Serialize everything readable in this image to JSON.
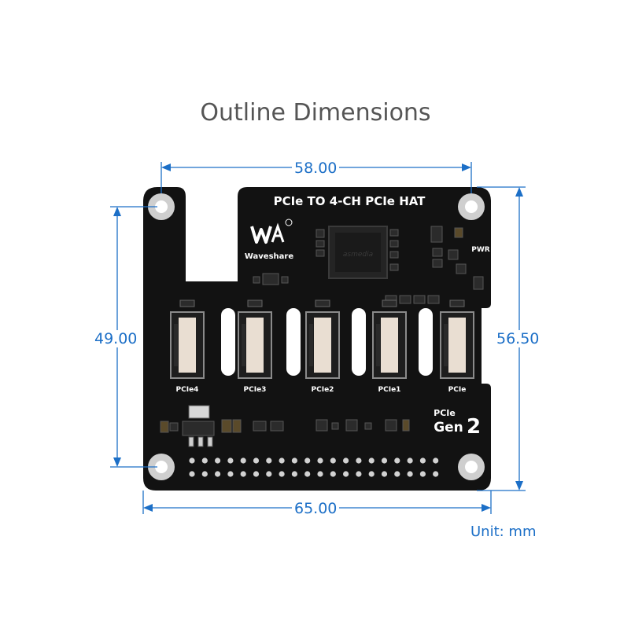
{
  "title": "Outline Dimensions",
  "dimensions": {
    "top_width": "58.00",
    "bottom_width": "65.00",
    "left_height": "49.00",
    "right_height": "56.50"
  },
  "unit_label": "Unit: mm",
  "board": {
    "name": "PCIe TO 4-CH PCIe HAT",
    "brand": "Waveshare",
    "pwr_label": "PWR",
    "ports": [
      "PCIe4",
      "PCIe3",
      "PCIe2",
      "PCIe1",
      "PCIe"
    ],
    "gen_label_top": "PCIe",
    "gen_label_bottom": "Gen",
    "gen_number": "2"
  },
  "colors": {
    "dimension_blue": "#1c6fc7",
    "board_black": "#121212",
    "silkscreen": "#ffffff"
  }
}
